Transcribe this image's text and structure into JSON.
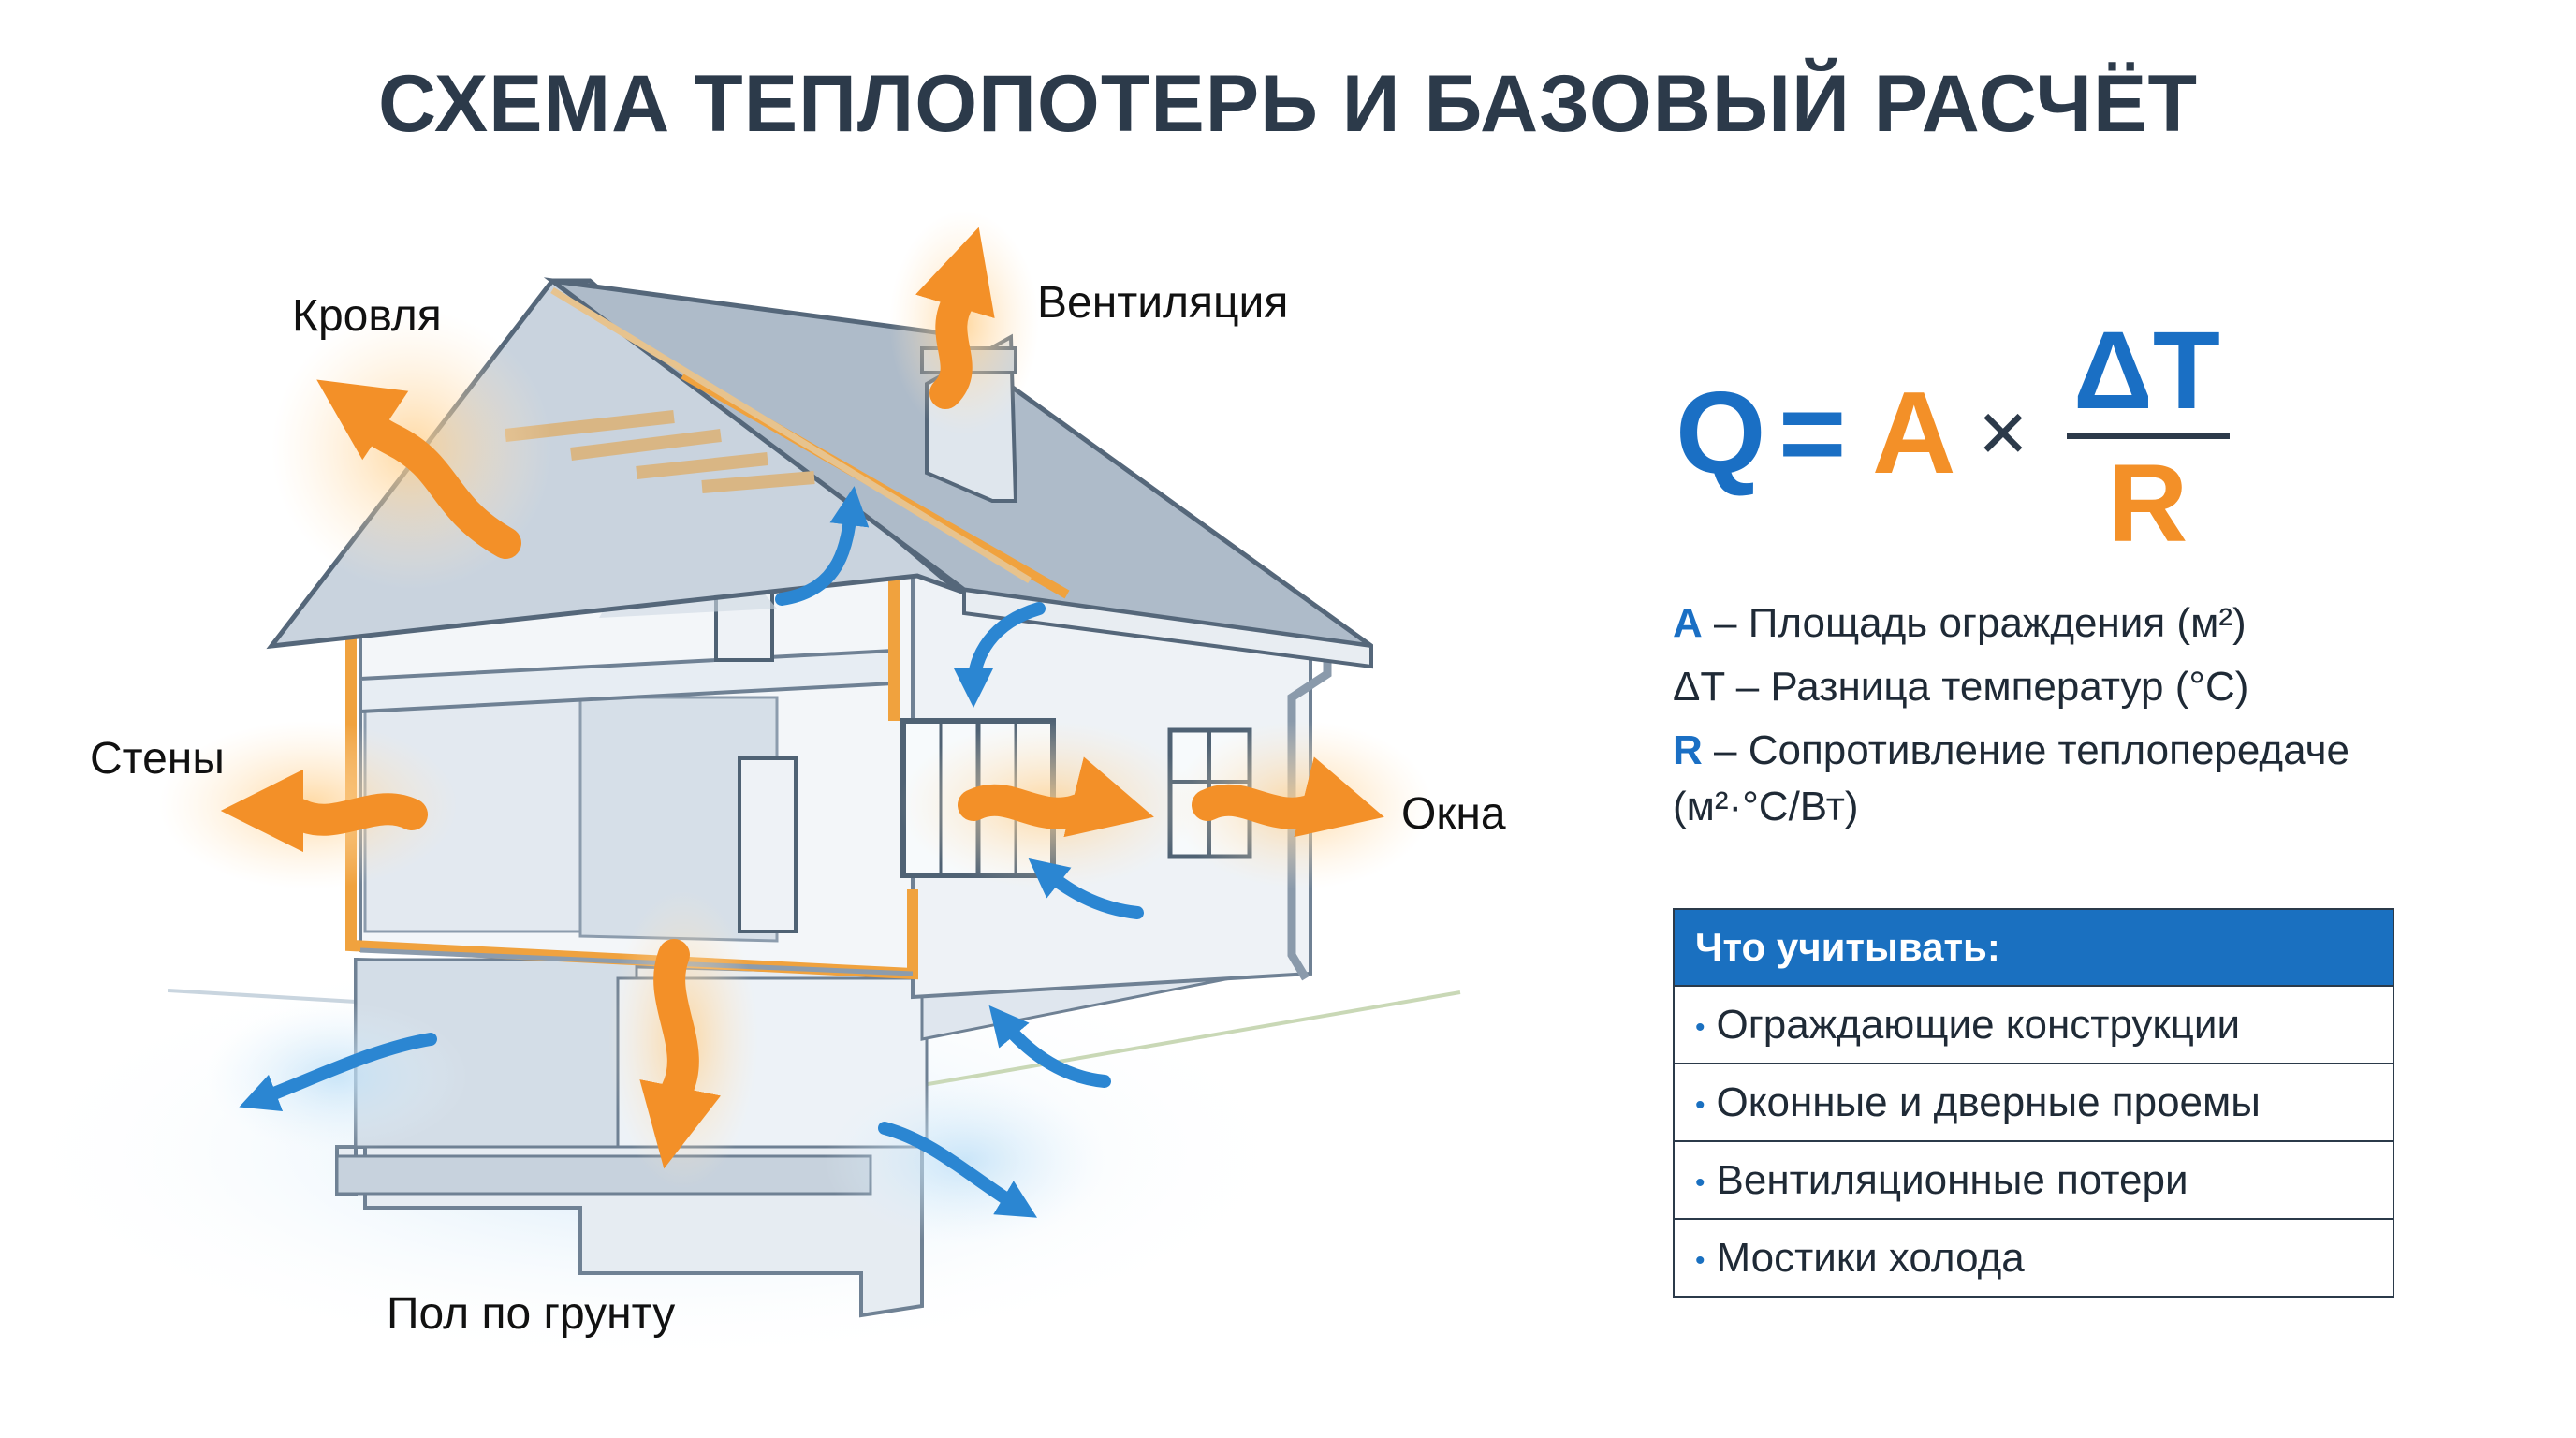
{
  "title": "СХЕМА ТЕПЛОПОТЕРЬ И БАЗОВЫЙ РАСЧЁТ",
  "labels": {
    "roof": "Кровля",
    "ventilation": "Вентиляция",
    "walls": "Стены",
    "windows": "Окна",
    "floor": "Пол по грунту"
  },
  "formula": {
    "q": "Q",
    "eq": "=",
    "a": "A",
    "times": "×",
    "dt": "ΔT",
    "r": "R"
  },
  "legend": [
    {
      "sym": "A",
      "text": " – Площадь ограждения (м²)"
    },
    {
      "sym": "ΔT",
      "text": " – Разница температур (°C)"
    },
    {
      "sym": "R",
      "text": " – Сопротивление теплопередаче",
      "cont": "(м²·°C/Вт)"
    }
  ],
  "considerations": {
    "header": "Что учитывать:",
    "items": [
      "Ограждающие конструкции",
      "Оконные и дверные проемы",
      "Вентиляционные потери",
      "Мостики холода"
    ]
  },
  "colors": {
    "blue": "#1a6fc4",
    "orange": "#f39028",
    "title": "#2c3a4a"
  }
}
